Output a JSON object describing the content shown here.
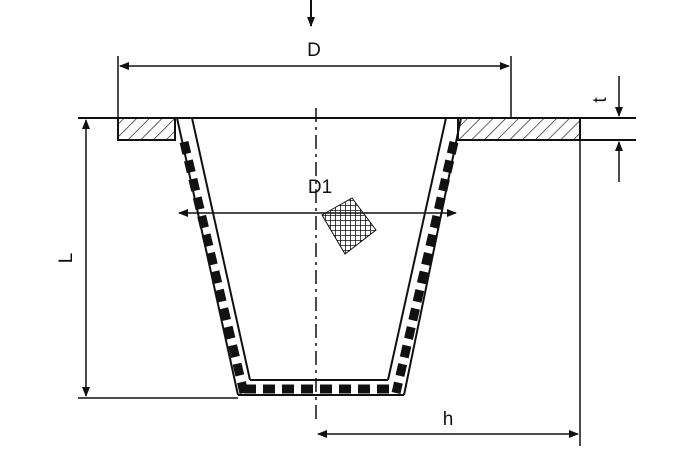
{
  "labels": {
    "outer_diameter": "D",
    "inner_diameter": "D1",
    "length": "L",
    "thickness": "t",
    "height": "h"
  },
  "colors": {
    "ink": "#111111",
    "background": "#ffffff"
  }
}
